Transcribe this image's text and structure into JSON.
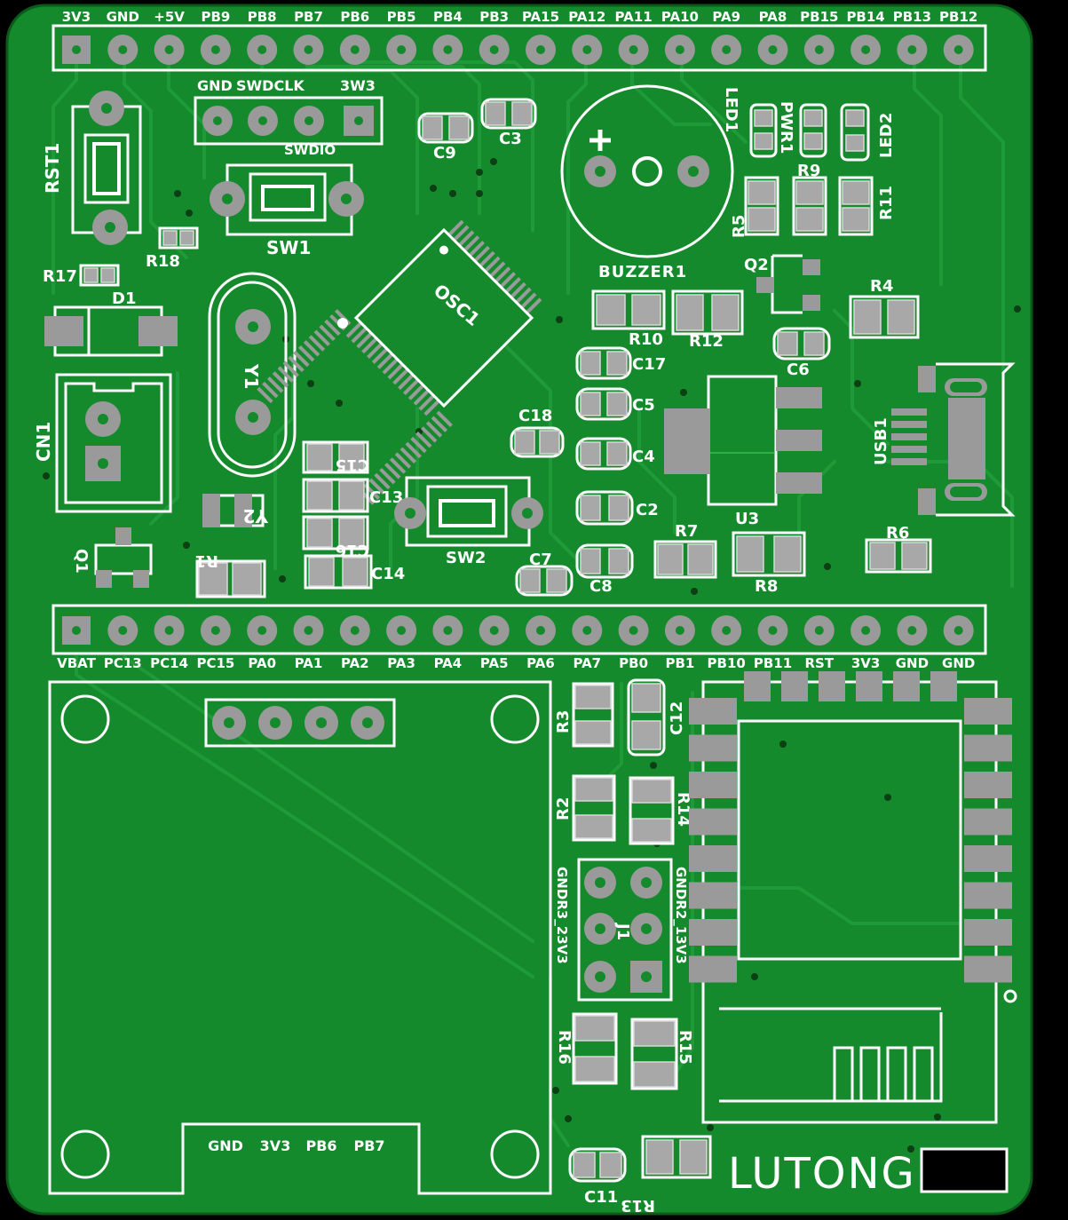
{
  "board": {
    "name": "LUTONG",
    "colors": {
      "background": "#000000",
      "board": "#158a2c",
      "silkscreen": "#ffffff",
      "pad": "#9a9a9a",
      "trace": "#1f9a38"
    }
  },
  "top_header": [
    "3V3",
    "GND",
    "+5V",
    "PB9",
    "PB8",
    "PB7",
    "PB6",
    "PB5",
    "PB4",
    "PB3",
    "PA15",
    "PA12",
    "PA11",
    "PA10",
    "PA9",
    "PA8",
    "PB15",
    "PB14",
    "PB13",
    "PB12"
  ],
  "bottom_header": [
    "VBAT",
    "PC13",
    "PC14",
    "PC15",
    "PA0",
    "PA1",
    "PA2",
    "PA3",
    "PA4",
    "PA5",
    "PA6",
    "PA7",
    "PB0",
    "PB1",
    "PB10",
    "PB11",
    "RST",
    "3V3",
    "GND",
    "GND"
  ],
  "swd": {
    "gnd": "GND",
    "swdclk": "SWDCLK",
    "v": "3W3",
    "swdio": "SWDIO"
  },
  "oled_header": [
    "GND",
    "3V3",
    "PB6",
    "PB7"
  ],
  "j1": {
    "name": "J1",
    "left": "GNDR3_23V3",
    "right": "GNDR2_13V3"
  },
  "refs": {
    "RST1": "RST1",
    "SW1": "SW1",
    "SW2": "SW2",
    "R18": "R18",
    "R17": "R17",
    "D1": "D1",
    "CN1": "CN1",
    "Y1": "Y1",
    "Y2": "Y2",
    "Q1": "Q1",
    "R1": "R1",
    "OSC1": "OSC1",
    "C9": "C9",
    "C3": "C3",
    "BUZZER1": "BUZZER1",
    "LED1": "LED1",
    "PWR1": "PWR1",
    "LED2": "LED2",
    "R9": "R9",
    "R5": "R5",
    "R11": "R11",
    "Q2": "Q2",
    "R10": "R10",
    "R12": "R12",
    "R4": "R4",
    "C6": "C6",
    "C17": "C17",
    "C5": "C5",
    "C4": "C4",
    "C18": "C18",
    "C2": "C2",
    "C8": "C8",
    "C7": "C7",
    "C15": "C15",
    "C13": "C13",
    "C16": "C16",
    "C14": "C14",
    "U3": "U3",
    "R7": "R7",
    "R8": "R8",
    "R6": "R6",
    "USB1": "USB1",
    "R3": "R3",
    "C12": "C12",
    "R2": "R2",
    "R14": "R14",
    "R16": "R16",
    "R15": "R15",
    "C11": "C11",
    "R13": "R13"
  }
}
